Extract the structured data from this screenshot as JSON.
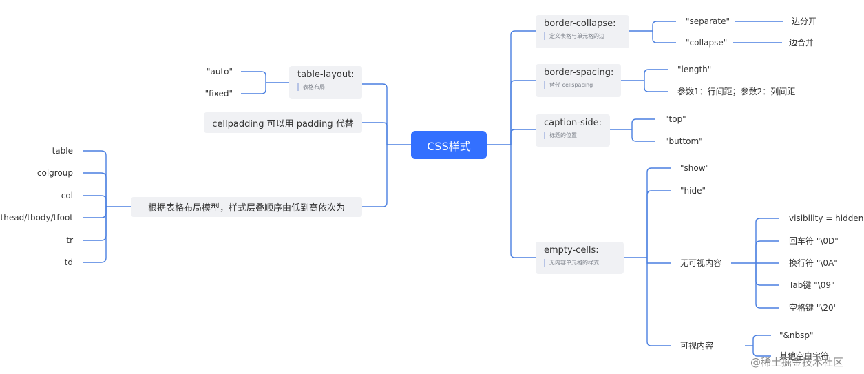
{
  "root": "CSS样式",
  "left": {
    "table_layout": {
      "title": "table-layout:",
      "note": "表格布局",
      "children": [
        "\"auto\"",
        "\"fixed\""
      ]
    },
    "cellpadding": "cellpadding 可以用 padding 代替",
    "cascade": {
      "title": "根据表格布局模型，样式层叠顺序由低到高依次为",
      "children": [
        "table",
        "colgroup",
        "col",
        "thead/tbody/tfoot",
        "tr",
        "td"
      ]
    }
  },
  "right": {
    "border_collapse": {
      "title": "border-collapse:",
      "note": "定义表格与单元格的边",
      "children": [
        {
          "label": "\"separate\"",
          "sub": "边分开"
        },
        {
          "label": "\"collapse\"",
          "sub": "边合并"
        }
      ]
    },
    "border_spacing": {
      "title": "border-spacing:",
      "note": "替代 cellspacing",
      "children": [
        "\"length\"",
        "参数1：行间距；参数2：列间距"
      ]
    },
    "caption_side": {
      "title": "caption-side:",
      "note": "标题的位置",
      "children": [
        "\"top\"",
        "\"buttom\""
      ]
    },
    "empty_cells": {
      "title": "empty-cells:",
      "note": "无内容单元格的样式",
      "show": "\"show\"",
      "hide": "\"hide\"",
      "invisible": {
        "label": "无可视内容",
        "children": [
          "visibility = hidden",
          "回车符 \"\\0D\"",
          "换行符 \"\\0A\"",
          "Tab键 \"\\09\"",
          "空格键 \"\\20\""
        ]
      },
      "visible": {
        "label": "可视内容",
        "children": [
          "\"&nbsp\"",
          "其他空白字符"
        ]
      }
    }
  },
  "watermark": "@稀土掘金技术社区",
  "colors": {
    "root": "#3370ff",
    "edge": "#4a7fe0",
    "node_bg": "#f0f1f4"
  }
}
